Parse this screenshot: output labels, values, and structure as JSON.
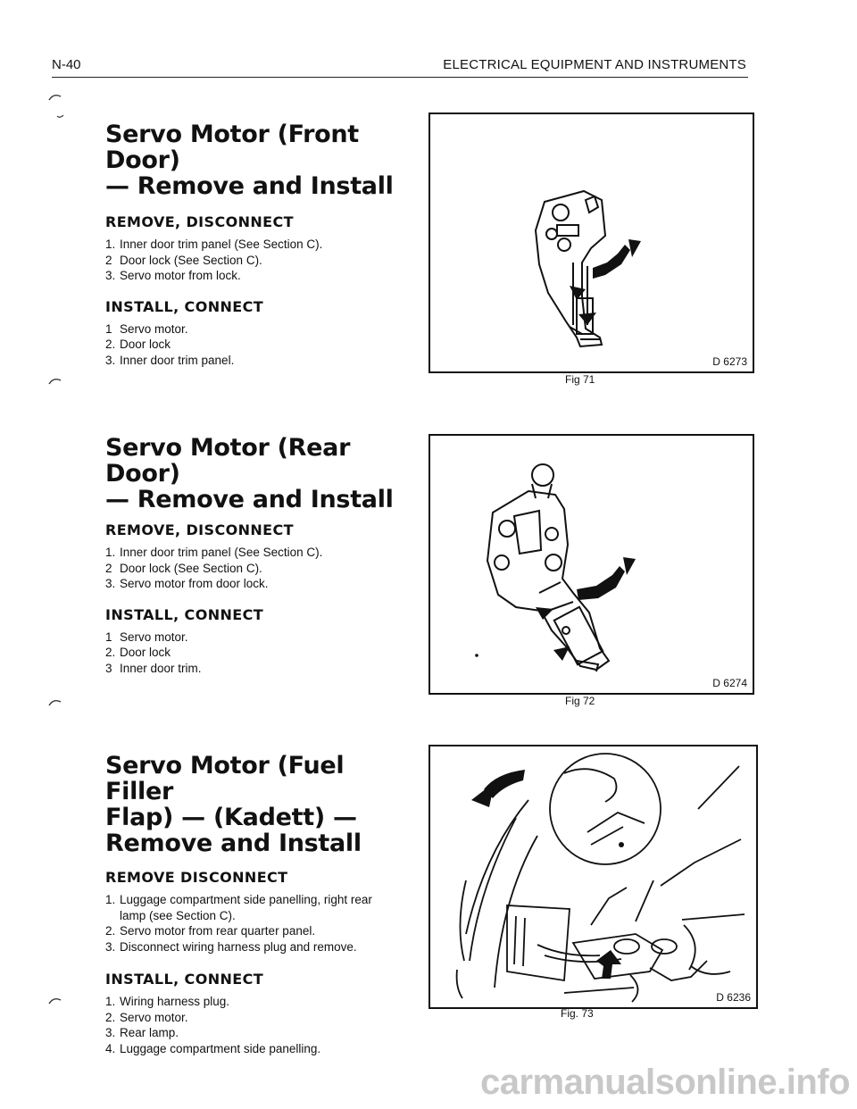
{
  "header": {
    "page_number": "N-40",
    "section_title": "ELECTRICAL EQUIPMENT AND INSTRUMENTS"
  },
  "sections": [
    {
      "title_lines": [
        "Servo Motor (Front Door)",
        "— Remove and Install"
      ],
      "remove_heading": "REMOVE, DISCONNECT",
      "remove_steps": [
        {
          "num": "1.",
          "text": "Inner door trim panel (See Section C)."
        },
        {
          "num": "2",
          "text": "Door lock (See Section C)."
        },
        {
          "num": "3.",
          "text": "Servo motor from lock."
        }
      ],
      "install_heading": "INSTALL, CONNECT",
      "install_steps": [
        {
          "num": "1",
          "text": "Servo motor."
        },
        {
          "num": "2.",
          "text": "Door lock"
        },
        {
          "num": "3.",
          "text": "Inner door trim panel."
        }
      ]
    },
    {
      "title_lines": [
        "Servo Motor (Rear Door)",
        "— Remove and Install"
      ],
      "remove_heading": "REMOVE, DISCONNECT",
      "remove_steps": [
        {
          "num": "1.",
          "text": "Inner door trim panel (See Section C)."
        },
        {
          "num": "2",
          "text": "Door lock (See Section C)."
        },
        {
          "num": "3.",
          "text": "Servo motor from door lock."
        }
      ],
      "install_heading": "INSTALL, CONNECT",
      "install_steps": [
        {
          "num": "1",
          "text": "Servo motor."
        },
        {
          "num": "2.",
          "text": "Door lock"
        },
        {
          "num": "3",
          "text": "Inner door trim."
        }
      ]
    },
    {
      "title_lines": [
        "Servo Motor (Fuel Filler",
        "Flap) — (Kadett) —",
        "Remove and Install"
      ],
      "remove_heading": "REMOVE DISCONNECT",
      "remove_steps": [
        {
          "num": "1.",
          "text": "Luggage compartment side panelling, right rear lamp (see Section C)."
        },
        {
          "num": "2.",
          "text": "Servo motor from rear quarter panel."
        },
        {
          "num": "3.",
          "text": "Disconnect wiring harness plug and remove."
        }
      ],
      "install_heading": "INSTALL, CONNECT",
      "install_steps": [
        {
          "num": "1.",
          "text": "Wiring harness plug."
        },
        {
          "num": "2.",
          "text": "Servo motor."
        },
        {
          "num": "3.",
          "text": "Rear lamp."
        },
        {
          "num": "4.",
          "text": "Luggage compartment side panelling."
        }
      ]
    }
  ],
  "figures": [
    {
      "code": "D 6273",
      "caption": "Fig 71",
      "icon": "front-door-lock-servo-illustration"
    },
    {
      "code": "D 6274",
      "caption": "Fig 72",
      "icon": "rear-door-lock-servo-illustration"
    },
    {
      "code": "D 6236",
      "caption": "Fig. 73",
      "icon": "fuel-filler-flap-servo-illustration"
    }
  ],
  "watermark": "carmanualsonline.info"
}
